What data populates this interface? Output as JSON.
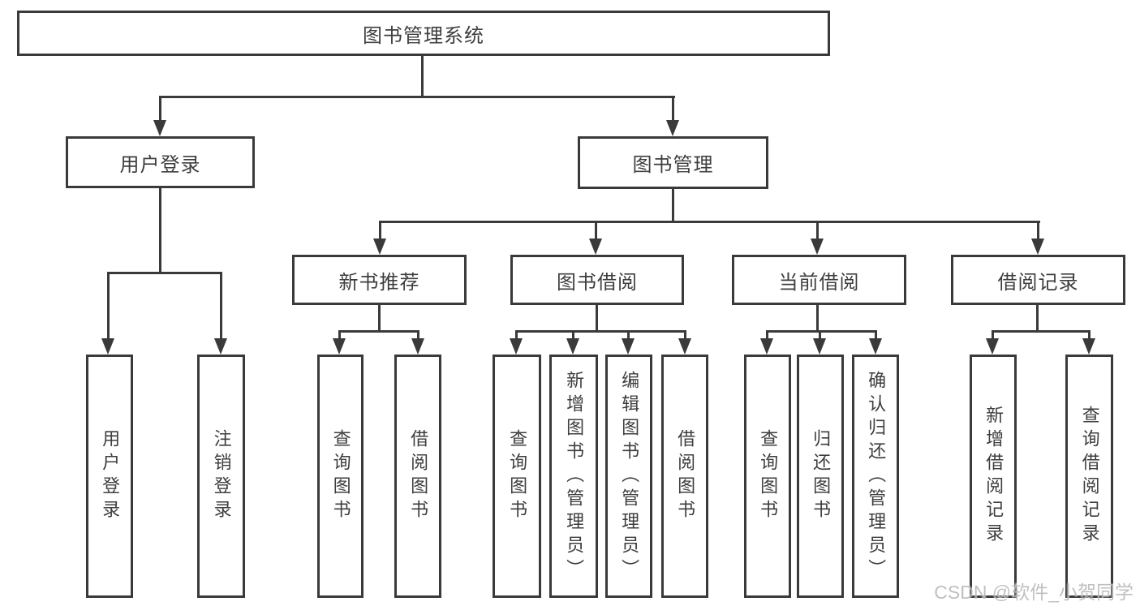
{
  "diagram_title": "图书管理系统",
  "level2": {
    "user_login": "用户登录",
    "book_mgmt": "图书管理"
  },
  "level3": {
    "new_book_rec": "新书推荐",
    "book_borrow": "图书借阅",
    "current_borrow": "当前借阅",
    "borrow_records": "借阅记录"
  },
  "leaves": {
    "user_login": {
      "login": "用户登录",
      "logout": "注销登录"
    },
    "new_book_rec": {
      "query": "查询图书",
      "borrow": "借阅图书"
    },
    "book_borrow": {
      "query": "查询图书",
      "add": "新增图书（管理员）",
      "edit": "编辑图书（管理员）",
      "borrow": "借阅图书"
    },
    "current_borrow": {
      "query": "查询图书",
      "return": "归还图书",
      "confirm": "确认归还（管理员）"
    },
    "borrow_records": {
      "add": "新增借阅记录",
      "query": "查询借阅记录"
    }
  },
  "watermark": "CSDN @软件_小贺同学",
  "colors": {
    "line": "#3a3a3a",
    "text": "#3e3e3e",
    "background": "#ffffff",
    "watermark": "#bababa"
  }
}
